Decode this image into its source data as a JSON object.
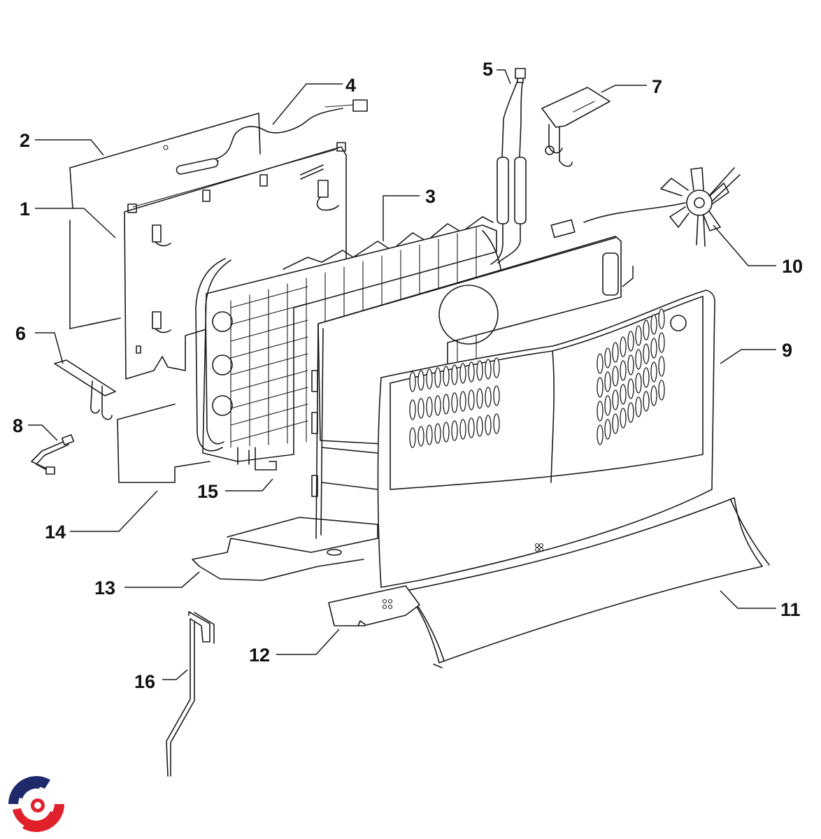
{
  "diagram": {
    "type": "exploded-parts-diagram",
    "callouts": [
      {
        "id": "c1",
        "label": "1"
      },
      {
        "id": "c2",
        "label": "2"
      },
      {
        "id": "c3",
        "label": "3"
      },
      {
        "id": "c4",
        "label": "4"
      },
      {
        "id": "c5",
        "label": "5"
      },
      {
        "id": "c6",
        "label": "6"
      },
      {
        "id": "c7",
        "label": "7"
      },
      {
        "id": "c8",
        "label": "8"
      },
      {
        "id": "c9",
        "label": "9"
      },
      {
        "id": "c10",
        "label": "10"
      },
      {
        "id": "c11",
        "label": "11"
      },
      {
        "id": "c12",
        "label": "12"
      },
      {
        "id": "c13",
        "label": "13"
      },
      {
        "id": "c14",
        "label": "14"
      },
      {
        "id": "c15",
        "label": "15"
      },
      {
        "id": "c16",
        "label": "16"
      }
    ]
  },
  "logo": {
    "name": "brand-logo",
    "colors": {
      "blue": "#1f2a6b",
      "red": "#e0202a"
    }
  }
}
